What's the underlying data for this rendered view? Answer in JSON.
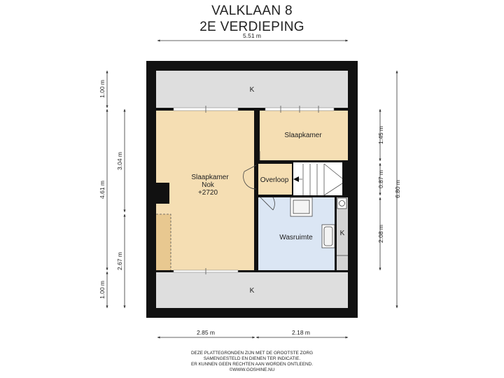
{
  "title": {
    "line1": "VALKLAAN 8",
    "line2": "2E VERDIEPING"
  },
  "rooms": {
    "top_k": "K",
    "bottom_k": "K",
    "slaapkamer_large": {
      "name": "Slaapkamer",
      "note": "Nok",
      "height": "+2720"
    },
    "slaapkamer_small": "Slaapkamer",
    "overloop": "Overloop",
    "wasruimte": "Wasruimte",
    "side_k": "K"
  },
  "dimensions": {
    "top_width": "5.51 m",
    "bottom_left": "2.85 m",
    "bottom_right": "2.18 m",
    "left_outer_top": "1.00 m",
    "left_outer_mid": "4.61 m",
    "left_outer_bottom": "1.00 m",
    "left_inner_top": "3.04 m",
    "left_inner_bottom": "2.67 m",
    "right_inner_top": "1.45 m",
    "right_inner_mid": "0.87 m",
    "right_inner_bottom": "2.08 m",
    "right_outer": "6.80 m"
  },
  "colors": {
    "wall": "#111111",
    "attic": "#dedede",
    "bedroom": "#f5deb3",
    "bathroom": "#dbe6f4",
    "storage": "#e8c890",
    "dim_line": "#333333"
  },
  "disclaimer": {
    "line1": "DEZE PLATTEGRONDEN ZIJN MET DE GROOTSTE ZORG",
    "line2": "SAMENGESTELD EN DIENEN TER INDICATIE.",
    "line3": "ER KUNNEN GEEN RECHTEN AAN WORDEN ONTLEEND.",
    "line4": "©WWW.GOSHINE.NU"
  }
}
